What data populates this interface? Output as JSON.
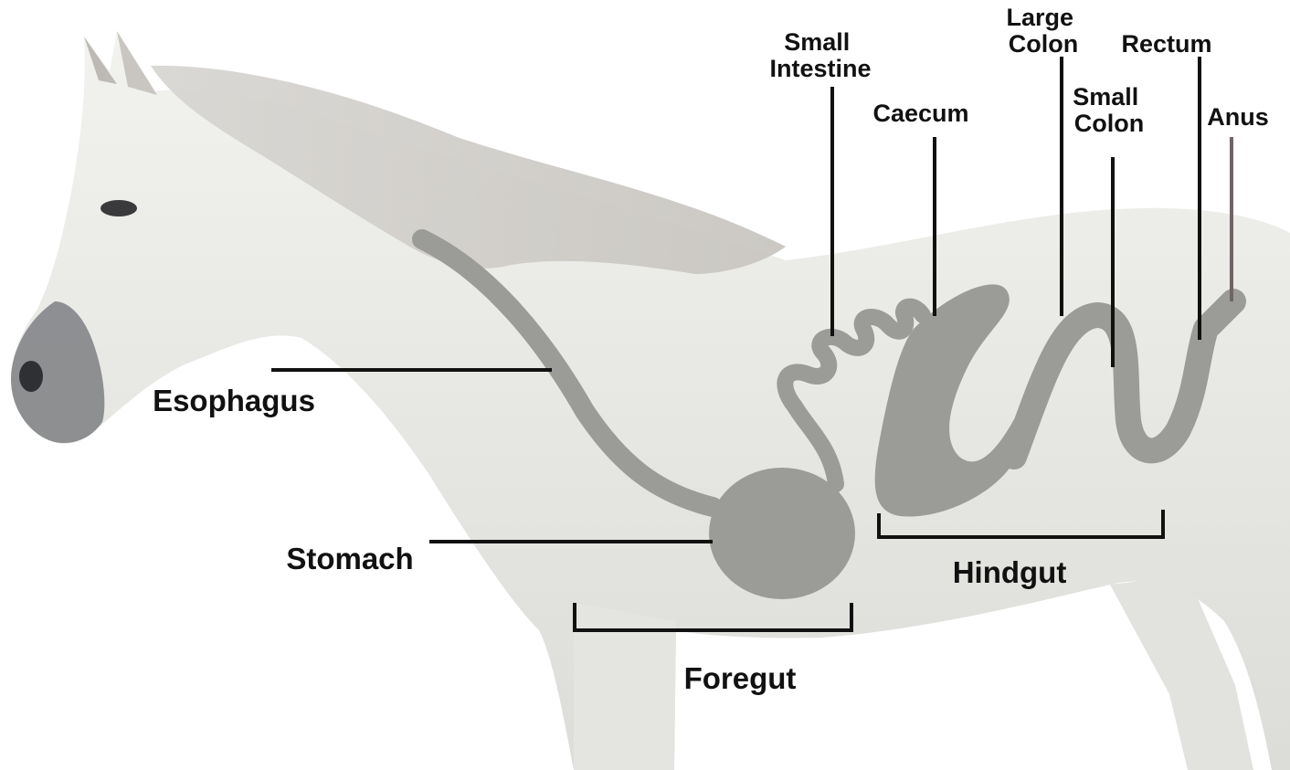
{
  "labels": {
    "small_intestine": [
      "Small",
      "Intestine"
    ],
    "large_colon": [
      "Large",
      "Colon"
    ],
    "rectum": "Rectum",
    "caecum": "Caecum",
    "small_colon": [
      "Small",
      "Colon"
    ],
    "anus": "Anus",
    "esophagus": "Esophagus",
    "stomach": "Stomach",
    "hindgut": "Hindgut",
    "foregut": "Foregut"
  },
  "colors": {
    "background": "#ffffff",
    "horse_coat": "#ebebe8",
    "muzzle": "#7d7f83",
    "digestive_tract": "#9b9b98",
    "leader_lines": "#111111",
    "label_text": "#111111"
  },
  "icons": [
    "horse-silhouette",
    "digestive-tract-overlay"
  ]
}
